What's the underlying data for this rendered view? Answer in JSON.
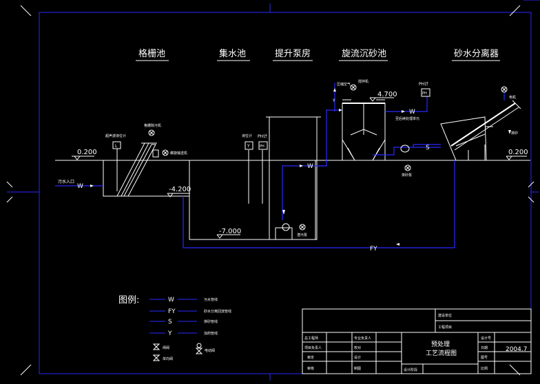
{
  "sections": [
    {
      "id": "grille",
      "label": "格栅池"
    },
    {
      "id": "collect",
      "label": "集水池"
    },
    {
      "id": "pump",
      "label": "提升泵房"
    },
    {
      "id": "grit",
      "label": "旋流沉砂池"
    },
    {
      "id": "separator",
      "label": "砂水分离器"
    }
  ],
  "levels": {
    "ground_left": "0.200",
    "ground_right": "0.200",
    "grille_bottom": "-4.200",
    "sump_bottom": "-7.000",
    "grit_top": "4.700"
  },
  "equipment": {
    "inlet": "污水入口",
    "level_meter": "超声波液位计",
    "grille_machine": "格栅除污机",
    "conveyor": "螺旋输送机",
    "level_sensor": "液位计",
    "ph_meter_pump": "PH计",
    "submersible_pump": "潜污泵",
    "compressed_air": "压缩空气",
    "stirrer": "搅拌机",
    "ph_meter_grit": "PH计",
    "to_next": "至后续处理单元",
    "sand_pump": "排砂泵",
    "sand_motor": "电机",
    "sand_out": "排砂"
  },
  "symbols": {
    "level": "L",
    "y_box": "Y",
    "ph_box": "PH",
    "y_line": "Y",
    "w_line": "W",
    "s_line": "S",
    "fy_line": "FY"
  },
  "legend": {
    "title": "图例:",
    "items": [
      {
        "code": "W",
        "desc": "污水管线"
      },
      {
        "code": "FY",
        "desc": "砂水分离回流管线"
      },
      {
        "code": "S",
        "desc": "排砂管线"
      },
      {
        "code": "Y",
        "desc": "加药管线"
      }
    ],
    "valves": [
      {
        "desc": "闸阀"
      },
      {
        "desc": "单向阀"
      },
      {
        "desc": "电动阀"
      }
    ]
  },
  "title_block": {
    "project_unit": "建设单位",
    "project_name": "工程项目",
    "drawing_title_1": "预处理",
    "drawing_title_2": "工艺流程图",
    "date": "2004.7",
    "left_labels": [
      "总工程师",
      "项目负责人",
      "审定",
      "审核"
    ],
    "mid_labels": [
      "专业负责人",
      "校对",
      "设计",
      "制图"
    ],
    "right_labels": [
      "设计号",
      "日期",
      "图号",
      "比例"
    ],
    "sub_labels": [
      "设计阶段"
    ]
  },
  "colors": {
    "pipe": "#2a2aff",
    "structure": "#ffffff",
    "frame": "#2a2aff",
    "background": "#000000"
  }
}
